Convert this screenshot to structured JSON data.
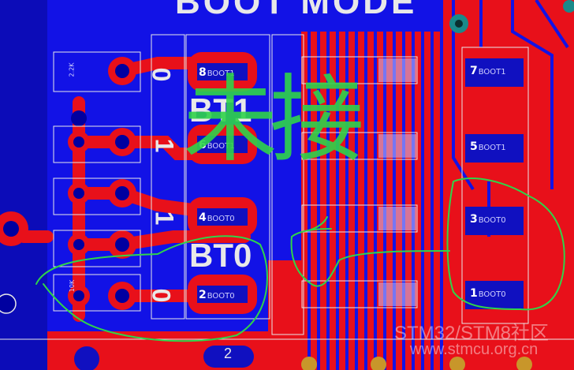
{
  "board_title": "BOOT MODE",
  "silk_labels": {
    "bt1": "BT1",
    "bt0": "BT0",
    "jumper_top": "0",
    "jumper_mid1": "1",
    "jumper_mid2": "1",
    "jumper_bottom": "0"
  },
  "left_pads": [
    {
      "num": "8",
      "label": "BOOT1"
    },
    {
      "num": "6",
      "label": "BOOT1"
    },
    {
      "num": "4",
      "label": "BOOT0"
    },
    {
      "num": "2",
      "label": "BOOT0"
    }
  ],
  "right_pads": [
    {
      "num": "7",
      "label": "BOOT1"
    },
    {
      "num": "5",
      "label": "BOOT1"
    },
    {
      "num": "3",
      "label": "BOOT0"
    },
    {
      "num": "1",
      "label": "BOOT0"
    }
  ],
  "component_labels": [
    "2.2K",
    "10K"
  ],
  "bottom_pad_number": "2",
  "handwriting": "未接",
  "watermark": {
    "line1": "STM32/STM8社区",
    "line2": "www.stmcu.org.cn"
  },
  "colors": {
    "board_blue": "#1212e6",
    "copper_red": "#e8101a",
    "silkscreen": "#e8e8e8",
    "annotation_green": "#2fd44a",
    "pad_dark": "#0000a0"
  }
}
